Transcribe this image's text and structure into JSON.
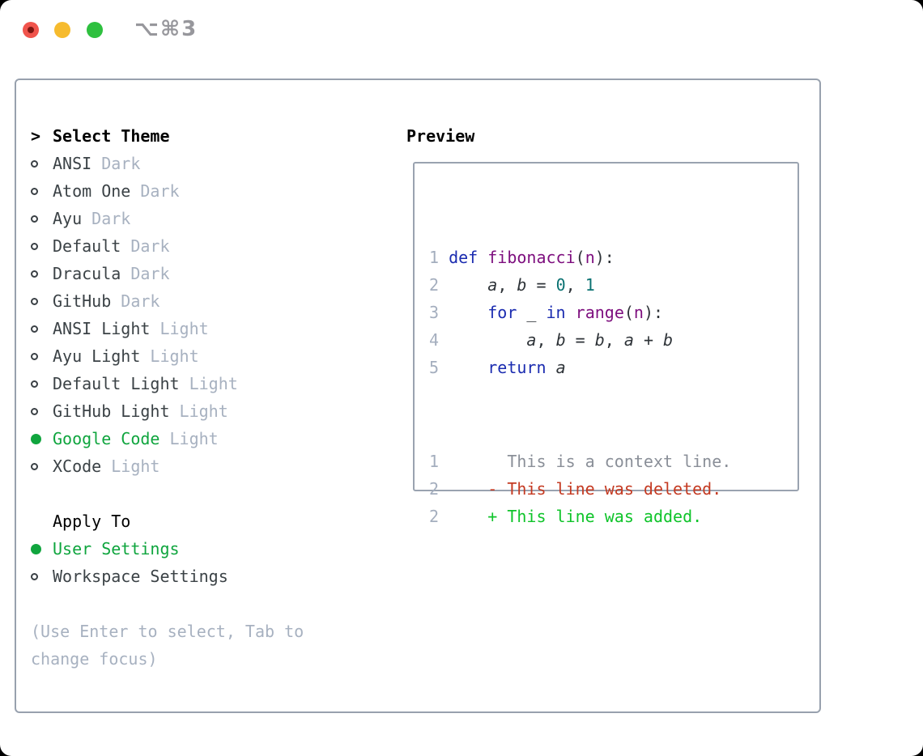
{
  "window": {
    "shortcut": "⌥⌘3"
  },
  "colors": {
    "selected_green": "#0fa53e",
    "keyword_blue": "#1b2cb0",
    "function_purple": "#7d0e7e",
    "number_teal": "#0b7272",
    "diff_deleted_red": "#c43a22",
    "diff_added_green": "#0fc42a",
    "muted_gray": "#a7b1c0",
    "traffic_close": "#f0544c",
    "traffic_minimize": "#f6bb2e",
    "traffic_zoom": "#2ec03f"
  },
  "theme_panel": {
    "cursor": ">",
    "header": "Select Theme",
    "items": [
      {
        "name": "ANSI",
        "variant": "Dark",
        "selected": false
      },
      {
        "name": "Atom One",
        "variant": "Dark",
        "selected": false
      },
      {
        "name": "Ayu",
        "variant": "Dark",
        "selected": false
      },
      {
        "name": "Default",
        "variant": "Dark",
        "selected": false
      },
      {
        "name": "Dracula",
        "variant": "Dark",
        "selected": false
      },
      {
        "name": "GitHub",
        "variant": "Dark",
        "selected": false
      },
      {
        "name": "ANSI Light",
        "variant": "Light",
        "selected": false
      },
      {
        "name": "Ayu Light",
        "variant": "Light",
        "selected": false
      },
      {
        "name": "Default Light",
        "variant": "Light",
        "selected": false
      },
      {
        "name": "GitHub Light",
        "variant": "Light",
        "selected": false
      },
      {
        "name": "Google Code",
        "variant": "Light",
        "selected": true
      },
      {
        "name": "XCode",
        "variant": "Light",
        "selected": false
      }
    ],
    "apply_to": {
      "header": "Apply To",
      "options": [
        {
          "label": "User Settings",
          "selected": true
        },
        {
          "label": "Workspace Settings",
          "selected": false
        }
      ]
    },
    "help_text": "(Use Enter to select, Tab to change focus)"
  },
  "preview": {
    "header": "Preview",
    "code_lines": [
      {
        "num": "1",
        "segs": [
          [
            "kw",
            "def"
          ],
          [
            "pl",
            " "
          ],
          [
            "fn",
            "fibonacci"
          ],
          [
            "pl",
            "("
          ],
          [
            "fn",
            "n"
          ],
          [
            "pl",
            "):"
          ]
        ]
      },
      {
        "num": "2",
        "segs": [
          [
            "pl",
            "    "
          ],
          [
            "var",
            "a"
          ],
          [
            "pl",
            ", "
          ],
          [
            "var",
            "b"
          ],
          [
            "pl",
            " = "
          ],
          [
            "nm",
            "0"
          ],
          [
            "pl",
            ", "
          ],
          [
            "nm",
            "1"
          ]
        ]
      },
      {
        "num": "3",
        "segs": [
          [
            "pl",
            "    "
          ],
          [
            "kw",
            "for"
          ],
          [
            "pl",
            " _ "
          ],
          [
            "kw",
            "in"
          ],
          [
            "pl",
            " "
          ],
          [
            "fn",
            "range"
          ],
          [
            "pl",
            "("
          ],
          [
            "fn",
            "n"
          ],
          [
            "pl",
            "):"
          ]
        ]
      },
      {
        "num": "4",
        "segs": [
          [
            "pl",
            "        "
          ],
          [
            "var",
            "a"
          ],
          [
            "pl",
            ", "
          ],
          [
            "var",
            "b"
          ],
          [
            "pl",
            " = "
          ],
          [
            "var",
            "b"
          ],
          [
            "pl",
            ", "
          ],
          [
            "var",
            "a"
          ],
          [
            "pl",
            " + "
          ],
          [
            "var",
            "b"
          ]
        ]
      },
      {
        "num": "5",
        "segs": [
          [
            "pl",
            "    "
          ],
          [
            "kw",
            "return"
          ],
          [
            "pl",
            " "
          ],
          [
            "var",
            "a"
          ]
        ]
      }
    ],
    "diff_lines": [
      {
        "num": "1",
        "segs": [
          [
            "ctx",
            "      This is a context line."
          ]
        ]
      },
      {
        "num": "2",
        "segs": [
          [
            "del",
            "    - This line was deleted."
          ]
        ]
      },
      {
        "num": "2",
        "segs": [
          [
            "add",
            "    + This line was added."
          ]
        ]
      }
    ]
  }
}
